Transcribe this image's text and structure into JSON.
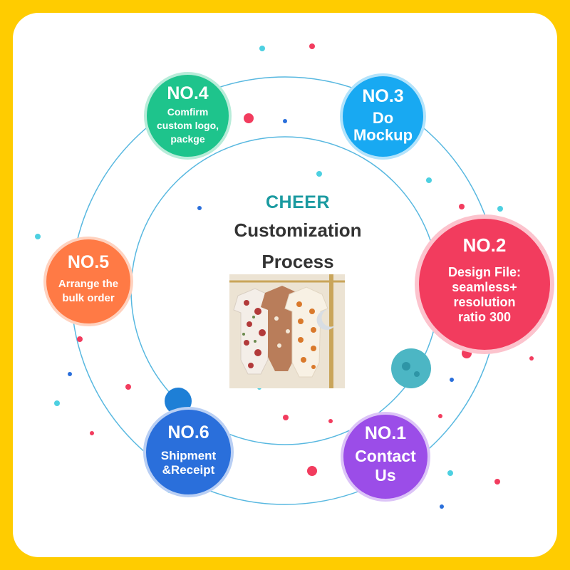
{
  "center": {
    "brand": "CHEER",
    "title_line1": "Customization",
    "title_line2": "Process"
  },
  "photo": {
    "icon": "baby-rompers-on-hangers-photo"
  },
  "steps": [
    {
      "number": "NO.1",
      "text": "Contact\nUs",
      "color": "#9B4DE8"
    },
    {
      "number": "NO.2",
      "text": "Design File:\nseamless+\nresolution\nratio 300",
      "color": "#F23C5E"
    },
    {
      "number": "NO.3",
      "text": "Do\nMockup",
      "color": "#18A9F2"
    },
    {
      "number": "NO.4",
      "text": "Comfirm\ncustom logo,\npackge",
      "color": "#1EC48C"
    },
    {
      "number": "NO.5",
      "text": "Arrange the\nbulk order",
      "color": "#FF7A45"
    },
    {
      "number": "NO.6",
      "text": "Shipment\n&Receipt",
      "color": "#2A6FDB"
    }
  ],
  "colors": {
    "background": "#FFCC00",
    "card": "#FFFFFF",
    "ring": "#58B8E0",
    "brand": "#1A9AA0",
    "title": "#333333"
  }
}
